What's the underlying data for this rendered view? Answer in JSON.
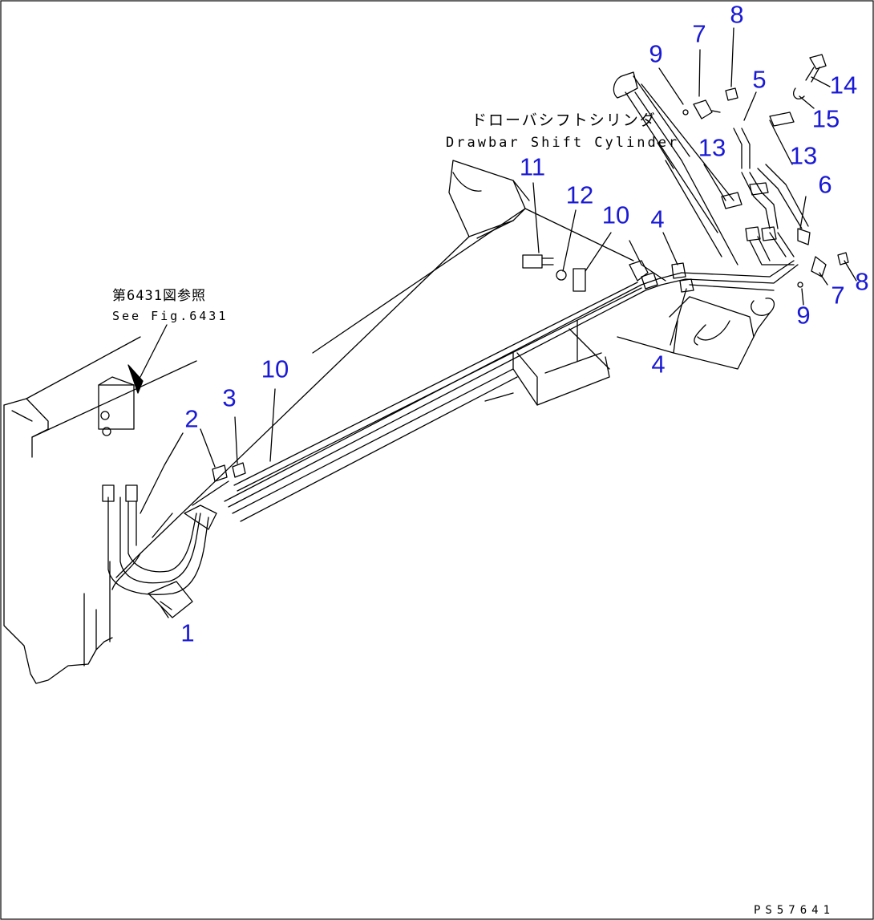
{
  "diagram": {
    "cylinder_label": {
      "ja": "ドローバシフトシリンダ",
      "en": "Drawbar Shift Cylinder"
    },
    "reference_label": {
      "ja": "第6431図参照",
      "en": "See Fig.6431"
    },
    "drawing_code": "PS57641",
    "callouts": [
      {
        "id": "callout-1",
        "text": "1"
      },
      {
        "id": "callout-2",
        "text": "2"
      },
      {
        "id": "callout-3",
        "text": "3"
      },
      {
        "id": "callout-4-top",
        "text": "4"
      },
      {
        "id": "callout-4-bottom",
        "text": "4"
      },
      {
        "id": "callout-5",
        "text": "5"
      },
      {
        "id": "callout-6",
        "text": "6"
      },
      {
        "id": "callout-7-top",
        "text": "7"
      },
      {
        "id": "callout-7-right",
        "text": "7"
      },
      {
        "id": "callout-8-top",
        "text": "8"
      },
      {
        "id": "callout-8-right",
        "text": "8"
      },
      {
        "id": "callout-9-top",
        "text": "9"
      },
      {
        "id": "callout-9-right",
        "text": "9"
      },
      {
        "id": "callout-10-upper",
        "text": "10"
      },
      {
        "id": "callout-10-lower",
        "text": "10"
      },
      {
        "id": "callout-11",
        "text": "11"
      },
      {
        "id": "callout-12",
        "text": "12"
      },
      {
        "id": "callout-13-left",
        "text": "13"
      },
      {
        "id": "callout-13-right",
        "text": "13"
      },
      {
        "id": "callout-14",
        "text": "14"
      },
      {
        "id": "callout-15",
        "text": "15"
      }
    ]
  }
}
